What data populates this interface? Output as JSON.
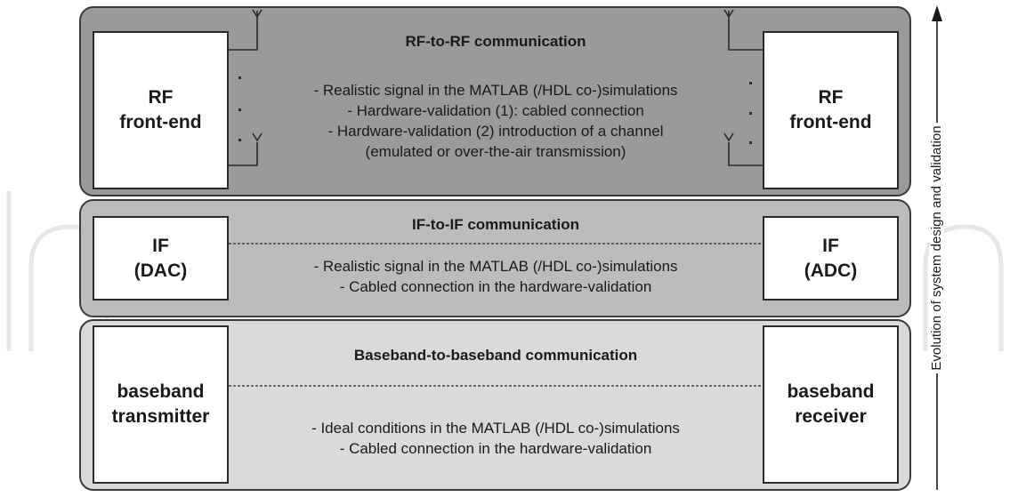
{
  "rf_layer": {
    "title": "RF-to-RF communication",
    "left_block": [
      "RF",
      "front-end"
    ],
    "right_block": [
      "RF",
      "front-end"
    ],
    "bullets": [
      "- Realistic signal in the MATLAB (/HDL co-)simulations",
      "- Hardware-validation (1): cabled connection",
      "- Hardware-validation (2) introduction of a channel",
      "(emulated or over-the-air transmission)"
    ]
  },
  "if_layer": {
    "title": "IF-to-IF communication",
    "left_block": [
      "IF",
      "(DAC)"
    ],
    "right_block": [
      "IF",
      "(ADC)"
    ],
    "bullets": [
      "- Realistic signal in the MATLAB (/HDL co-)simulations",
      "- Cabled connection in the hardware-validation"
    ]
  },
  "baseband_layer": {
    "title": "Baseband-to-baseband communication",
    "left_block": [
      "baseband",
      "transmitter"
    ],
    "right_block": [
      "baseband",
      "receiver"
    ],
    "bullets": [
      "- Ideal conditions in the MATLAB (/HDL co-)simulations",
      "- Cabled connection in the hardware-validation"
    ]
  },
  "axis": {
    "label": "Evolution of system design and validation"
  },
  "colors": {
    "rf_layer_fill": "#9a9a9a",
    "if_layer_fill": "#bcbcbc",
    "baseband_layer_fill": "#dadada",
    "block_fill": "#ffffff",
    "stroke": "#2a2a2a",
    "watermark": "#e6e6e6"
  },
  "icons": [
    "antenna-icon",
    "up-arrow-icon"
  ]
}
